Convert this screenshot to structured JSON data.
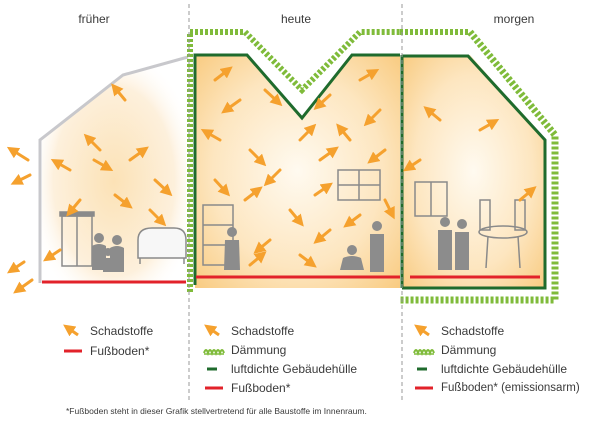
{
  "headers": {
    "past": "früher",
    "present": "heute",
    "future": "morgen"
  },
  "colors": {
    "arrow": "#f5a12e",
    "floor": "#e2222a",
    "airtight": "#1f6b2d",
    "insulation": "#7fbb3a",
    "old_wall": "#c8c8cc",
    "glow": "#fbd08a",
    "divider": "#9a9a9a",
    "furniture": "#8a8a8a"
  },
  "legend": {
    "past": [
      {
        "icon": "arrow-icon",
        "label": "Schadstoffe"
      },
      {
        "icon": "floor-line-icon",
        "label": "Fußboden*"
      }
    ],
    "present": [
      {
        "icon": "arrow-icon",
        "label": "Schadstoffe"
      },
      {
        "icon": "insulation-icon",
        "label": "Dämmung"
      },
      {
        "icon": "airtight-line-icon",
        "label": "luftdichte Gebäudehülle"
      },
      {
        "icon": "floor-line-icon",
        "label": "Fußboden*"
      }
    ],
    "future": [
      {
        "icon": "arrow-icon",
        "label": "Schadstoffe"
      },
      {
        "icon": "insulation-icon",
        "label": "Dämmung"
      },
      {
        "icon": "airtight-line-icon",
        "label": "luftdichte Gebäudehülle"
      },
      {
        "icon": "floor-line-icon",
        "label": "Fußboden* (emissionsarm)"
      }
    ]
  },
  "footnote": "*Fußboden steht in dieser Grafik stellvertretend für alle Baustoffe im Innenraum."
}
